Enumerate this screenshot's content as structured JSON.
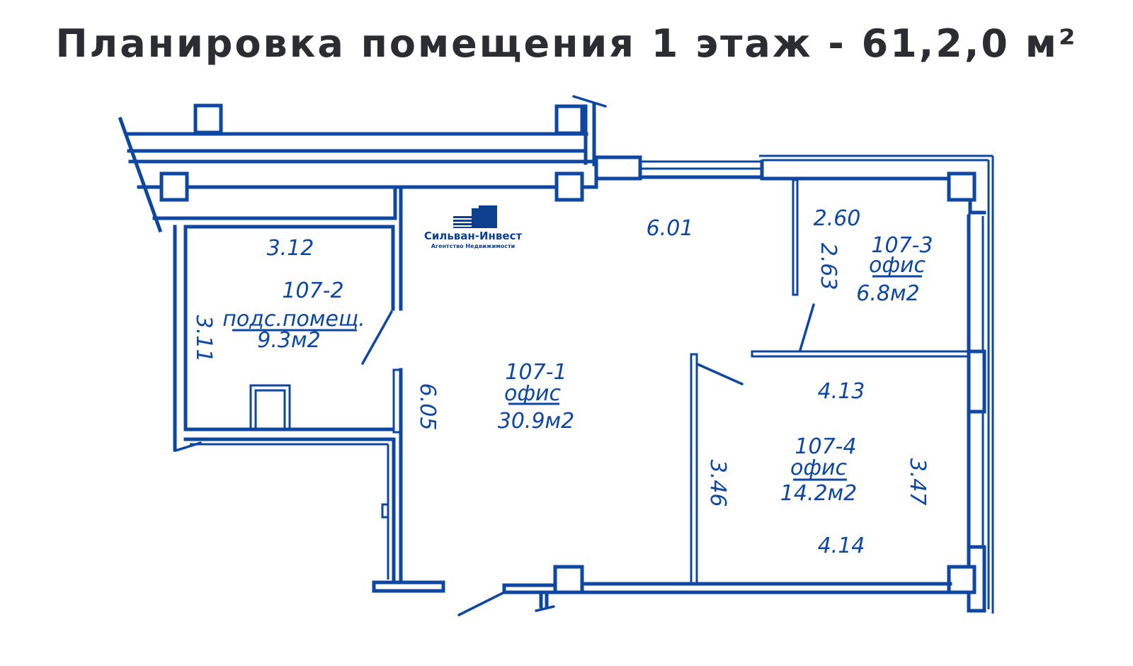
{
  "title": "Планировка помещения 1 этаж - 61,2,0 м²",
  "colors": {
    "title": "#2b2d33",
    "plan_lines": "#0d47a1",
    "background": "#ffffff"
  },
  "logo": {
    "name": "Сильван-Инвест",
    "subtitle": "Агентство Недвижимости",
    "icon": "building-icon"
  },
  "rooms": [
    {
      "id": "107-1",
      "type": "офис",
      "area": "30.9м2"
    },
    {
      "id": "107-2",
      "type": "подс.помещ.",
      "area": "9.3м2"
    },
    {
      "id": "107-3",
      "type": "офис",
      "area": "6.8м2"
    },
    {
      "id": "107-4",
      "type": "офис",
      "area": "14.2м2"
    }
  ],
  "dimensions": {
    "room1_width": "6.01",
    "room1_length": "6.05",
    "room2_width": "3.12",
    "room2_length": "3.11",
    "room3_width": "2.60",
    "room3_length": "2.63",
    "room4_top": "4.13",
    "room4_bottom": "4.14",
    "room4_left": "3.46",
    "room4_right": "3.47"
  }
}
